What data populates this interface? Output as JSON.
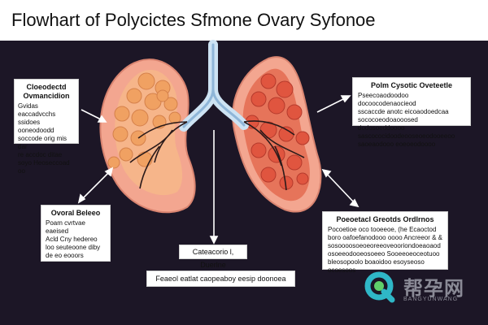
{
  "title": "Flowhart of Polycictes Sfmone Ovary Syfonoe",
  "boxes": {
    "top_left": {
      "heading": "Cloeodectd Ovmancidion",
      "body": "Gvidas eaccadvcchs\nssidoes ooneodoodd\nsoccode orig mis dar\nre accdoc ditae\nsoyo Heoseccoad oo"
    },
    "mid_left": {
      "heading": "Ovoral Beleeo",
      "body": "Poam cvrtvae eaeised\nAcld Cny hedereo\nloo seuteoone diby\nde eo eooors"
    },
    "top_right": {
      "heading": "Polm Cysotic Oveteetle",
      "body": "Pseecoaodoodoo docoocodenaocieod\nsscaccde anotc eicoaodoedcaa\nsococoeodoaooosed dodosoeddoooo\nsascococidoodeooseoeodooeeoo\nsaoeaodooo eoeoeodoooo"
    },
    "bottom_right": {
      "heading": "Poeoetacl Greotds Ordlrnos",
      "body": "Pocoetioe oco tooeeoe, (he Ecaoctod\nboro oafoefanodooo oooo Ancreeor & &\nsosoooosoeoeoreeoveooriondoeaoaod\nosoeeodooeosoeeo Sooeeoeoceotuoo\nbleosopoolo boaoidoo esoyseoso\nocoesoos"
    },
    "center": {
      "heading": "Cateacorio l, Duerlne"
    },
    "bottom": {
      "heading": "Feaeol eatlat caopeaboy eesip doonoea"
    }
  },
  "watermark": {
    "text": "帮孕网",
    "subtext": "BANGYUNWANG"
  },
  "colors": {
    "background": "#1c1626",
    "lobe_outer": "#f3a690",
    "lobe_inner": "#f6b58a",
    "follicle_left": "#f0a162",
    "follicle_right": "#e0553f",
    "tube": "#cde3f3",
    "vessels": "#2a1a1a",
    "watermark": "#2fb7c7"
  }
}
